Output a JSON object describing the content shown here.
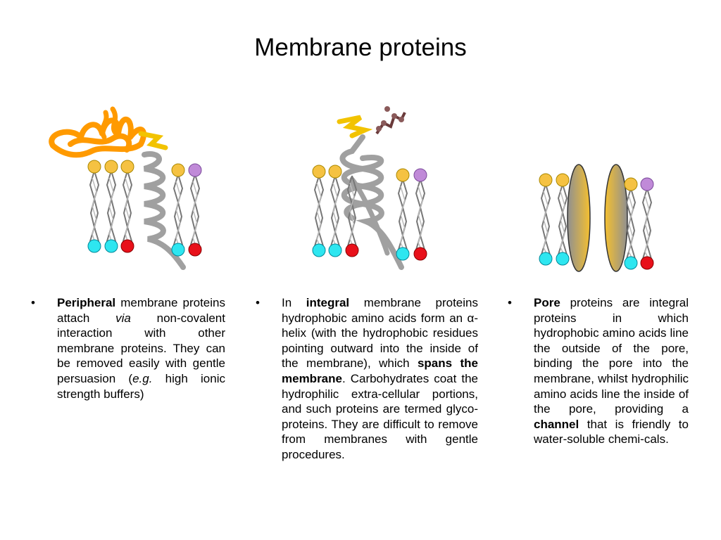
{
  "slide": {
    "title": "Membrane proteins"
  },
  "columns": [
    {
      "bullet": "•",
      "term": "Peripheral",
      "text_1": " membrane proteins attach ",
      "via": "via",
      "text_2": " non-covalent interaction with other membrane proteins. They can be removed easily with gentle persuasion (",
      "eg": "e.g.",
      "text_3": " high ionic strength buffers)"
    },
    {
      "bullet": "•",
      "text_0": "In ",
      "term": "integral",
      "text_1": " membrane proteins hydrophobic amino acids form an α-helix (with the hydrophobic residues pointing outward into the inside of the membrane), which ",
      "term_2": "spans the membrane",
      "text_2": ". Carbohydrates coat the hydrophilic extra-cellular portions, and such proteins are termed glyco-proteins. They are difficult to remove from membranes with gentle procedures."
    },
    {
      "bullet": "•",
      "term": "Pore",
      "text_1": " proteins are integral proteins in which hydrophobic amino acids line the outside of the pore, binding the pore into the membrane, whilst hydrophilic amino acids line the inside of the pore, providing a ",
      "term_2": "channel",
      "text_2": " that is friendly to water-soluble chemi-cals."
    }
  ],
  "colors": {
    "head_yellow": "#f5c242",
    "head_cyan": "#2ee6f0",
    "head_red": "#e8101a",
    "head_purple": "#c08ad8",
    "helix_gray": "#a0a0a0",
    "orange_coil": "#ff9a00",
    "yellow_coil": "#f2c300",
    "carbohydrate": "#6a3a3a",
    "pore_gold": "#f0c030"
  }
}
